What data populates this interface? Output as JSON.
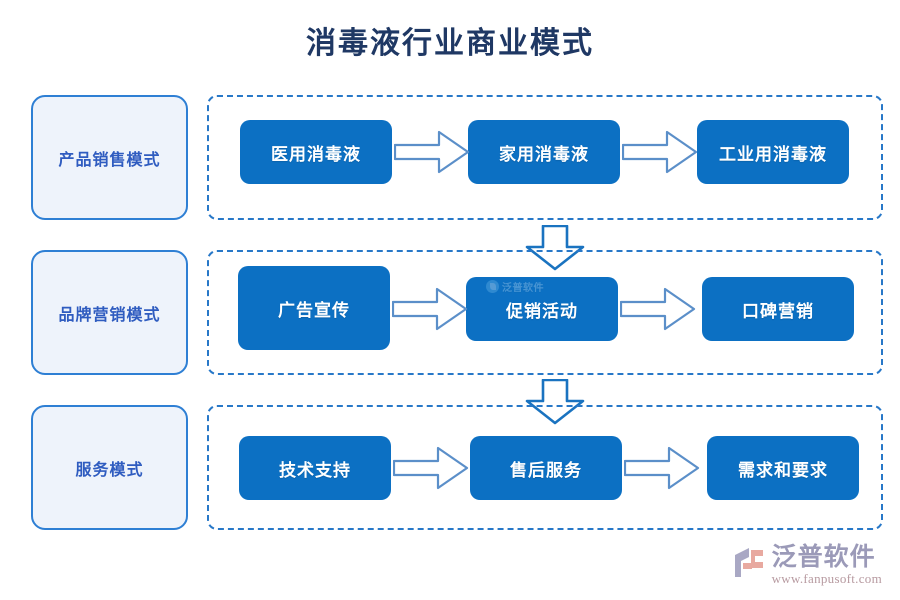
{
  "title": "消毒液行业商业模式",
  "colors": {
    "title": "#1f3864",
    "node_fill": "#0c70c3",
    "node_text": "#ffffff",
    "dashed_border": "#2878c8",
    "category_fill": "#eef3fb",
    "category_border": "#2e7fd4",
    "category_text": "#2f5cc0",
    "arrow_stroke": "#5b8fc9",
    "arrow_v_stroke": "#1a73c0",
    "brand_name": "#9b9ab8",
    "brand_url": "#b79aa0"
  },
  "rows": [
    {
      "category": "产品销售模式",
      "nodes": [
        "医用消毒液",
        "家用消毒液",
        "工业用消毒液"
      ]
    },
    {
      "category": "品牌营销模式",
      "nodes": [
        "广告宣传",
        "促销活动",
        "口碑营销"
      ]
    },
    {
      "category": "服务模式",
      "nodes": [
        "技术支持",
        "售后服务",
        "需求和要求"
      ]
    }
  ],
  "watermark": {
    "text": "泛普软件"
  },
  "brand": {
    "name": "泛普软件",
    "url": "www.fanpusoft.com"
  }
}
